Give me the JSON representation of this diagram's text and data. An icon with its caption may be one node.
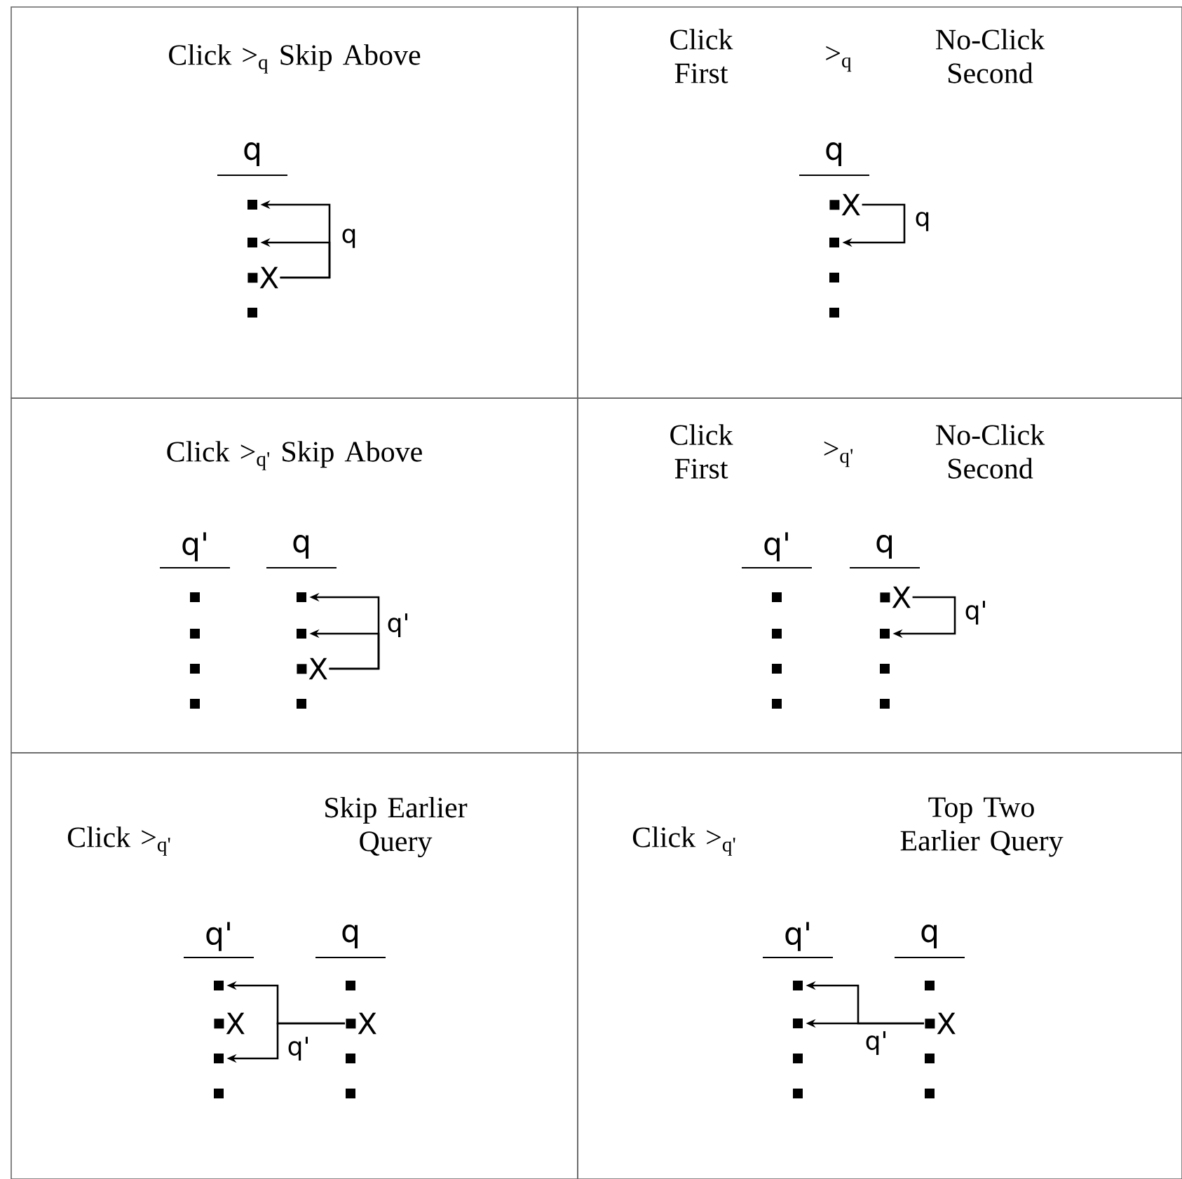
{
  "diagram": {
    "nodes": [
      {
        "text": [
          "Click >$_{q}$ Skip Above"
        ]
      },
      {
        "text": [
          "Click First",
          ">$_{q}$",
          "No-Click Second"
        ]
      },
      {
        "text": [
          "Click >$_{q'}$ Skip Above"
        ]
      },
      {
        "text": [
          "Click First",
          ">$_{q'}$",
          "No-Click Second"
        ]
      },
      {
        "text": [
          "Click >$_{q'}$",
          "Skip Earlier Query"
        ]
      },
      {
        "text": [
          "Click >$_{q'}$",
          "Top Two Earlier Query"
        ]
      },
      {
        "text": [],
        "shape": "box",
        "in": 0
      },
      {
        "text": [],
        "shape": "box",
        "in": 0
      },
      {
        "text": [
          "X"
        ],
        "in": 0
      },
      {
        "text": [],
        "shape": "box",
        "in": 0
      },
      {
        "text": [
          "X"
        ],
        "in": 1
      },
      {
        "text": [],
        "shape": "box",
        "in": 1
      },
      {
        "text": [],
        "shape": "box",
        "in": 1
      },
      {
        "text": [],
        "shape": "box",
        "in": 1
      },
      {
        "text": [],
        "shape": "box",
        "in": 2
      },
      {
        "text": [],
        "shape": "box",
        "in": 2
      },
      {
        "text": [],
        "shape": "box",
        "in": 2
      },
      {
        "text": [],
        "shape": "box",
        "in": 2
      },
      {
        "text": [],
        "shape": "box",
        "in": 2
      },
      {
        "text": [],
        "shape": "box",
        "in": 2
      },
      {
        "text": [
          "X"
        ],
        "in": 2
      },
      {
        "text": [],
        "shape": "box",
        "in": 2
      },
      {
        "text": [],
        "shape": "box",
        "in": 3
      },
      {
        "text": [],
        "shape": "box",
        "in": 3
      },
      {
        "text": [],
        "shape": "box",
        "in": 3
      },
      {
        "text": [],
        "shape": "box",
        "in": 3
      },
      {
        "text": [
          "X"
        ],
        "in": 3
      },
      {
        "text": [],
        "shape": "box",
        "in": 3
      },
      {
        "text": [],
        "shape": "box",
        "in": 3
      },
      {
        "text": [],
        "shape": "box",
        "in": 3
      },
      {
        "text": [],
        "shape": "box",
        "in": 4
      },
      {
        "text": [
          "X"
        ],
        "in": 4
      },
      {
        "text": [],
        "shape": "box",
        "in": 4
      },
      {
        "text": [],
        "shape": "box",
        "in": 4
      },
      {
        "text": [],
        "shape": "box",
        "in": 4
      },
      {
        "text": [
          "X"
        ],
        "in": 4
      },
      {
        "text": [],
        "shape": "box",
        "in": 4
      },
      {
        "text": [],
        "shape": "box",
        "in": 4
      },
      {
        "text": [],
        "shape": "box",
        "in": 5
      },
      {
        "text": [],
        "shape": "box",
        "in": 5
      },
      {
        "text": [],
        "shape": "box",
        "in": 5
      },
      {
        "text": [],
        "shape": "box",
        "in": 5
      },
      {
        "text": [],
        "shape": "box",
        "in": 5
      },
      {
        "text": [
          "X"
        ],
        "in": 5
      },
      {
        "text": [],
        "shape": "box",
        "in": 5
      },
      {
        "text": [],
        "shape": "box",
        "in": 5
      }
    ],
    "edges": [
      {
        "from": 8,
        "to": 6,
        "arrow": "to",
        "label": "q"
      },
      {
        "from": 8,
        "to": 7,
        "arrow": "to"
      },
      {
        "from": 10,
        "to": 11,
        "arrow": "to",
        "label": "q"
      },
      {
        "from": 20,
        "to": 18,
        "arrow": "to",
        "label": "q'"
      },
      {
        "from": 20,
        "to": 19,
        "arrow": "to"
      },
      {
        "from": 26,
        "to": 27,
        "arrow": "to",
        "label": "q'"
      },
      {
        "from": 35,
        "to": 30,
        "arrow": "to",
        "label": "q'"
      },
      {
        "from": 35,
        "to": 32,
        "arrow": "to"
      },
      {
        "from": 43,
        "to": 38,
        "arrow": "to",
        "label": "q'"
      },
      {
        "from": 43,
        "to": 39,
        "arrow": "to"
      }
    ],
    "labels": [
      "q",
      "q",
      "q'",
      "q",
      "q'",
      "q",
      "q'",
      "q",
      "q'",
      "q"
    ]
  }
}
